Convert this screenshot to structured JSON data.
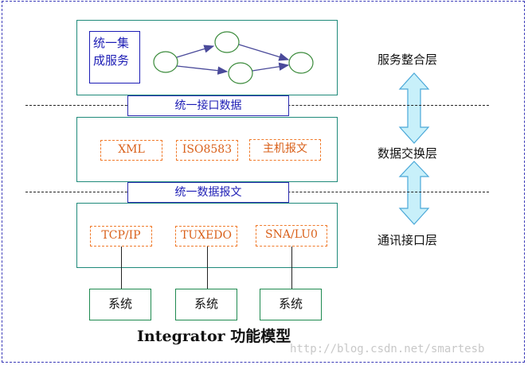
{
  "service_box": {
    "line1": "统一集",
    "line2": "成服务"
  },
  "bars": {
    "top": "统一接口数据",
    "bottom": "统一数据报文"
  },
  "middle_protocols": [
    "XML",
    "ISO8583",
    "主机报文"
  ],
  "lower_protocols": [
    "TCP/IP",
    "TUXEDO",
    "SNA/LU0"
  ],
  "systems": [
    "系统",
    "系统",
    "系统"
  ],
  "layers": [
    "服务整合层",
    "数据交换层",
    "通讯接口层"
  ],
  "caption": {
    "latin": "Integrator",
    "cjk": "功能模型"
  },
  "watermark": "http://blog.csdn.net/smartesb",
  "colors": {
    "teal_border": "#1f8a7a",
    "blue": "#1d1db5",
    "orange": "#f07a2a",
    "arrow_fill": "#c8f0fa",
    "green": "#1f8a50"
  }
}
